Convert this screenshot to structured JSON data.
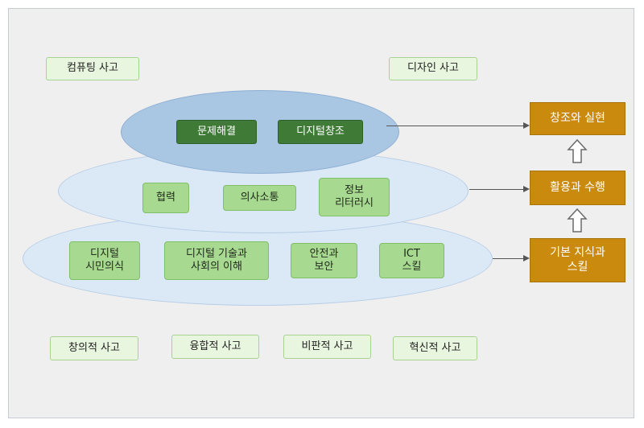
{
  "thinking": {
    "computing": "컴퓨팅 사고",
    "design": "디자인 사고",
    "creative": "창의적 사고",
    "convergent": "융합적 사고",
    "critical": "비판적 사고",
    "innovative": "혁신적 사고"
  },
  "tier_top": {
    "items": [
      "문제해결",
      "디지털창조"
    ]
  },
  "tier_mid": {
    "items": [
      "협력",
      "의사소통",
      "정보\n리터러시"
    ]
  },
  "tier_bottom": {
    "items": [
      "디지털\n시민의식",
      "디지털 기술과\n사회의 이해",
      "안전과\n보안",
      "ICT\n스킬"
    ]
  },
  "levels": {
    "create": "창조와 실현",
    "apply": "활용과 수행",
    "basic": "기본 지식과\n스킬"
  },
  "colors": {
    "gold": "#c98a0e",
    "dark_green": "#3f7a37",
    "soft_green": "#a8d990",
    "pale_blue": "#dbe8f5",
    "mid_blue": "#a9c6e3"
  }
}
